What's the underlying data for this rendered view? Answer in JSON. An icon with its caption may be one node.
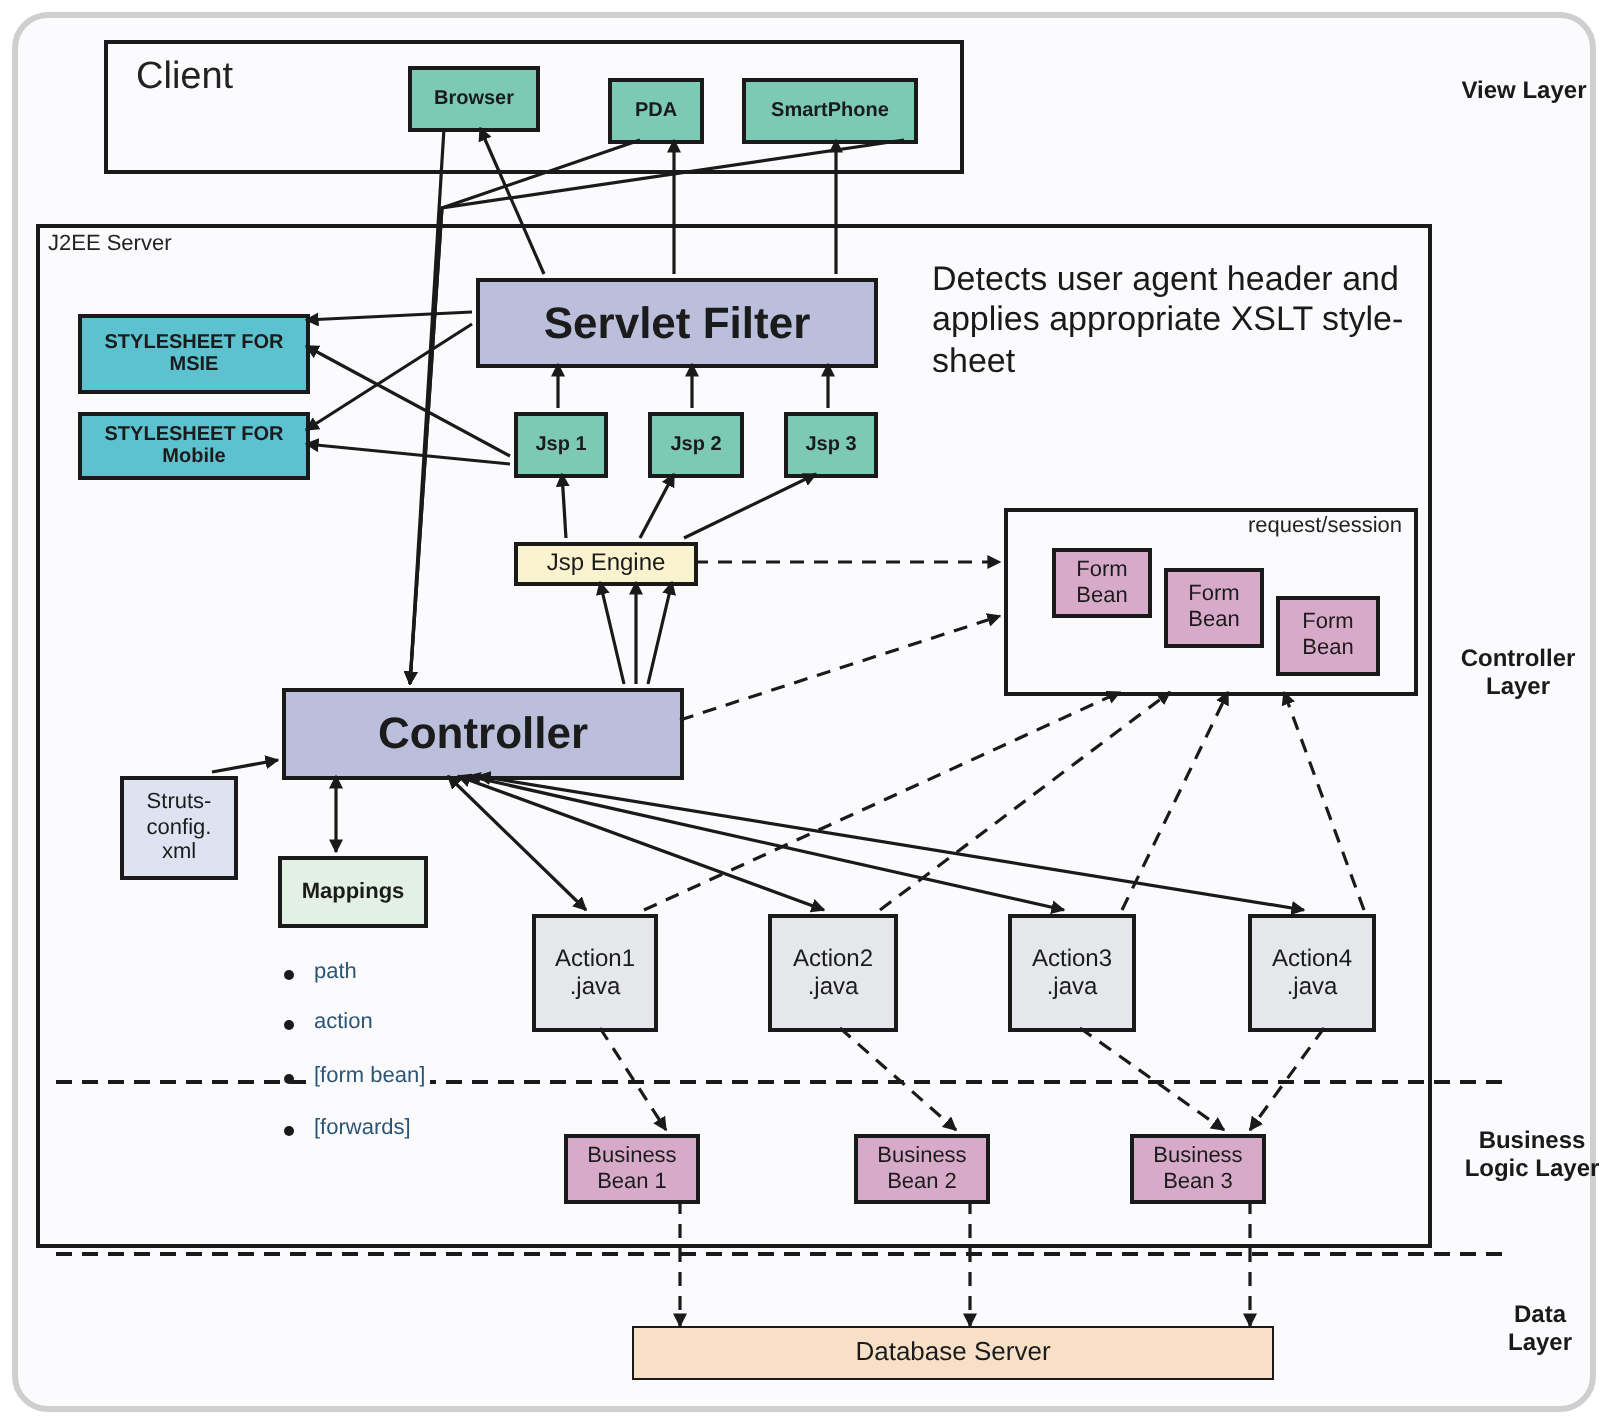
{
  "diagram": {
    "nodes": [
      {
        "text": [
          "Client"
        ]
      },
      {
        "text": [
          "Browser"
        ],
        "in": 0
      },
      {
        "text": [
          "PDA"
        ],
        "in": 0
      },
      {
        "text": [
          "SmartPhone"
        ],
        "in": 0
      },
      {
        "text": [
          "J2EE Server"
        ]
      },
      {
        "text": [
          "Servlet Filter"
        ],
        "in": 4
      },
      {
        "text": [
          "STYLESHEET FOR MSIE"
        ],
        "in": 4
      },
      {
        "text": [
          "STYLESHEET FOR Mobile"
        ],
        "in": 4
      },
      {
        "text": [
          "Jsp 1"
        ],
        "in": 4
      },
      {
        "text": [
          "Jsp 2"
        ],
        "in": 4
      },
      {
        "text": [
          "Jsp 3"
        ],
        "in": 4
      },
      {
        "text": [
          "Jsp Engine"
        ],
        "in": 4
      },
      {
        "text": [
          "request/session"
        ],
        "in": 4
      },
      {
        "text": [
          "Form Bean"
        ],
        "in": 12
      },
      {
        "text": [
          "Form Bean"
        ],
        "in": 12
      },
      {
        "text": [
          "Form Bean"
        ],
        "in": 12
      },
      {
        "text": [
          "Controller"
        ],
        "in": 4
      },
      {
        "text": [
          "Struts- config. xml"
        ],
        "in": 4
      },
      {
        "text": [
          "Mappings"
        ],
        "in": 4
      },
      {
        "text": [
          "Action1 .java"
        ],
        "in": 4
      },
      {
        "text": [
          "Action2 .java"
        ],
        "in": 4
      },
      {
        "text": [
          "Action3 .java"
        ],
        "in": 4
      },
      {
        "text": [
          "Action4 .java"
        ],
        "in": 4
      },
      {
        "text": [
          "Business Bean 1"
        ],
        "in": 4
      },
      {
        "text": [
          "Business Bean 2"
        ],
        "in": 4
      },
      {
        "text": [
          "Business Bean 3"
        ],
        "in": 4
      },
      {
        "text": [
          "Database Server"
        ]
      }
    ],
    "edges": [
      {
        "from": 5,
        "to": 1,
        "arrow": "to"
      },
      {
        "from": 5,
        "to": 2,
        "arrow": "to"
      },
      {
        "from": 5,
        "to": 3,
        "arrow": "to"
      },
      {
        "from": 1,
        "to": 16,
        "arrow": "to"
      },
      {
        "from": 2,
        "to": 16,
        "arrow": "to"
      },
      {
        "from": 3,
        "to": 16,
        "arrow": "to"
      },
      {
        "from": 5,
        "to": 6,
        "arrow": "to"
      },
      {
        "from": 5,
        "to": 7,
        "arrow": "to"
      },
      {
        "from": 8,
        "to": 6,
        "arrow": "to"
      },
      {
        "from": 8,
        "to": 7,
        "arrow": "to"
      },
      {
        "from": 8,
        "to": 5,
        "arrow": "to"
      },
      {
        "from": 9,
        "to": 5,
        "arrow": "to"
      },
      {
        "from": 10,
        "to": 5,
        "arrow": "to"
      },
      {
        "from": 11,
        "to": 8,
        "arrow": "to"
      },
      {
        "from": 11,
        "to": 9,
        "arrow": "to"
      },
      {
        "from": 11,
        "to": 10,
        "arrow": "to"
      },
      {
        "from": 11,
        "to": 12,
        "arrow": "to",
        "style": "dashed"
      },
      {
        "from": 16,
        "to": 11,
        "arrow": "to"
      },
      {
        "from": 16,
        "to": 11,
        "arrow": "to"
      },
      {
        "from": 16,
        "to": 11,
        "arrow": "to"
      },
      {
        "from": 16,
        "to": 12,
        "arrow": "to",
        "style": "dashed"
      },
      {
        "from": 17,
        "to": 16,
        "arrow": "to"
      },
      {
        "from": 16,
        "to": 18,
        "arrow": "both"
      },
      {
        "from": 16,
        "to": 19,
        "arrow": "both"
      },
      {
        "from": 16,
        "to": 20,
        "arrow": "both"
      },
      {
        "from": 16,
        "to": 21,
        "arrow": "both"
      },
      {
        "from": 16,
        "to": 22,
        "arrow": "both"
      },
      {
        "from": 19,
        "to": 12,
        "arrow": "to",
        "style": "dashed"
      },
      {
        "from": 20,
        "to": 12,
        "arrow": "to",
        "style": "dashed"
      },
      {
        "from": 21,
        "to": 12,
        "arrow": "to",
        "style": "dashed"
      },
      {
        "from": 22,
        "to": 12,
        "arrow": "to",
        "style": "dashed"
      },
      {
        "from": 19,
        "to": 23,
        "arrow": "to",
        "style": "dashed"
      },
      {
        "from": 20,
        "to": 24,
        "arrow": "to",
        "style": "dashed"
      },
      {
        "from": 21,
        "to": 25,
        "arrow": "to",
        "style": "dashed"
      },
      {
        "from": 22,
        "to": 25,
        "arrow": "to",
        "style": "dashed"
      },
      {
        "from": 23,
        "to": 26,
        "arrow": "to",
        "style": "dashed"
      },
      {
        "from": 24,
        "to": 26,
        "arrow": "to",
        "style": "dashed"
      },
      {
        "from": 25,
        "to": 26,
        "arrow": "to",
        "style": "dashed"
      }
    ],
    "labels": [
      "View Layer",
      "Detects user agent header and applies appropriate XSLT style-sheet",
      "Controller Layer",
      "path",
      "action",
      "[form bean]",
      "[forwards]",
      "Business Logic Layer",
      "Data Layer"
    ]
  }
}
